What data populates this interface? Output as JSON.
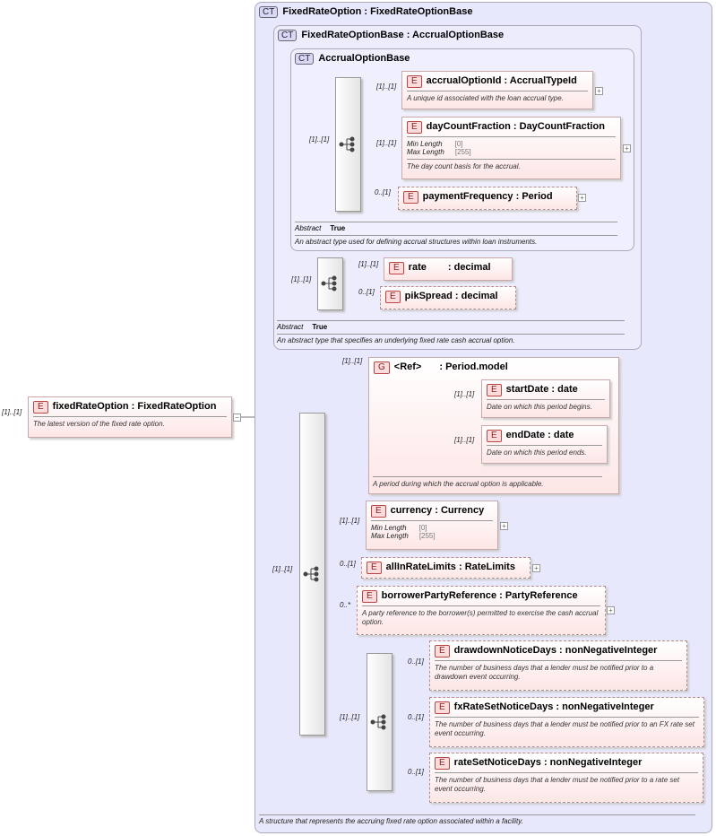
{
  "root": {
    "cardinality": "[1]..[1]",
    "name": "fixedRateOption",
    "type": "FixedRateOption",
    "description": "The latest version of the fixed rate option."
  },
  "ct_outer": {
    "badge": "CT",
    "name": "FixedRateOption",
    "base": "FixedRateOptionBase",
    "footer": "A structure that represents the accruing fixed rate option associated within a facility."
  },
  "ct_mid": {
    "badge": "CT",
    "name": "FixedRateOptionBase",
    "base": "AccrualOptionBase",
    "abstract_label": "Abstract",
    "abstract_value": "True",
    "footer": "An abstract type that specifies an underlying fixed rate cash accrual option."
  },
  "ct_inner": {
    "badge": "CT",
    "name": "AccrualOptionBase",
    "abstract_label": "Abstract",
    "abstract_value": "True",
    "footer": "An abstract type used for defining accrual structures within loan instruments."
  },
  "elements": {
    "accrualOptionId": {
      "card": "[1]..[1]",
      "name": "accrualOptionId",
      "type": "AccrualTypeId",
      "desc": "A unique id associated with the loan accrual type."
    },
    "dayCountFraction": {
      "card": "[1]..[1]",
      "name": "dayCountFraction",
      "type": "DayCountFraction",
      "min_label": "Min Length",
      "min_value": "[0]",
      "max_label": "Max Length",
      "max_value": "[255]",
      "desc": "The day count basis for the accrual."
    },
    "paymentFrequency": {
      "card": "0..[1]",
      "name": "paymentFrequency",
      "type": "Period"
    },
    "rate": {
      "card": "[1]..[1]",
      "name": "rate",
      "type": "decimal"
    },
    "pikSpread": {
      "card": "0..[1]",
      "name": "pikSpread",
      "type": "decimal"
    },
    "periodRef": {
      "card": "[1]..[1]",
      "badge": "G",
      "name": "<Ref>",
      "type": "Period.model",
      "desc": "A period during which the accrual option is applicable."
    },
    "startDate": {
      "card": "[1]..[1]",
      "name": "startDate",
      "type": "date",
      "desc": "Date on which this period begins."
    },
    "endDate": {
      "card": "[1]..[1]",
      "name": "endDate",
      "type": "date",
      "desc": "Date on which this period ends."
    },
    "currency": {
      "card": "[1]..[1]",
      "name": "currency",
      "type": "Currency",
      "min_label": "Min Length",
      "min_value": "[0]",
      "max_label": "Max Length",
      "max_value": "[255]"
    },
    "allInRateLimits": {
      "card": "0..[1]",
      "name": "allInRateLimits",
      "type": "RateLimits"
    },
    "borrowerPartyReference": {
      "card": "0..*",
      "name": "borrowerPartyReference",
      "type": "PartyReference",
      "desc": "A party reference to the borrower(s) permitted to exercise the cash accrual option."
    },
    "drawdownNoticeDays": {
      "card": "0..[1]",
      "name": "drawdownNoticeDays",
      "type": "nonNegativeInteger",
      "desc": "The number of business days that a lender must be notified prior to a drawdown event occurring."
    },
    "fxRateSetNoticeDays": {
      "card": "0..[1]",
      "name": "fxRateSetNoticeDays",
      "type": "nonNegativeInteger",
      "desc": "The number of business days that a lender must be notified prior to an FX rate set event occurring."
    },
    "rateSetNoticeDays": {
      "card": "0..[1]",
      "name": "rateSetNoticeDays",
      "type": "nonNegativeInteger",
      "desc": "The number of business days that a lender must be notified prior to a rate set event occurring."
    }
  },
  "sequence_cards": {
    "inner_seq": "[1]..[1]",
    "mid_seq": "[1]..[1]",
    "main_seq": "[1]..[1]",
    "notice_seq": "[1]..[1]"
  },
  "badges": {
    "element": "E",
    "expand": "+",
    "collapse": "−"
  }
}
